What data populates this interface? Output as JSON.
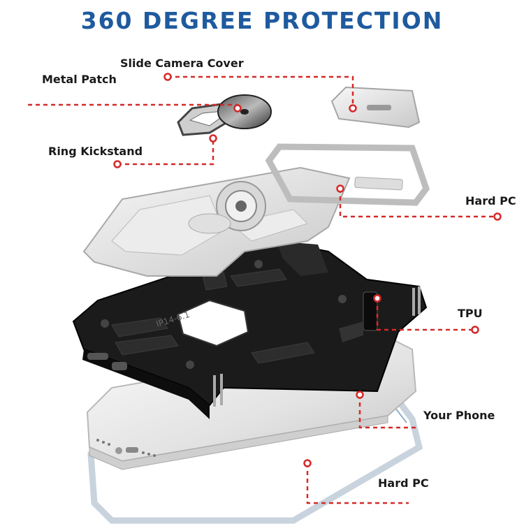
{
  "title": "360 DEGREE PROTECTION",
  "labels": {
    "slide_camera_cover": "Slide Camera Cover",
    "metal_patch": "Metal Patch",
    "ring_kickstand": "Ring Kickstand",
    "hard_pc_top": "Hard PC",
    "tpu": "TPU",
    "your_phone": "Your Phone",
    "hard_pc_bottom": "Hard PC"
  },
  "case_model_text": "IP14-6.1",
  "colors": {
    "title": "#1f5a9e",
    "leader_line": "#d42a2a",
    "case_black": "#1b1b1b",
    "case_silver": "#e6e6e6"
  }
}
